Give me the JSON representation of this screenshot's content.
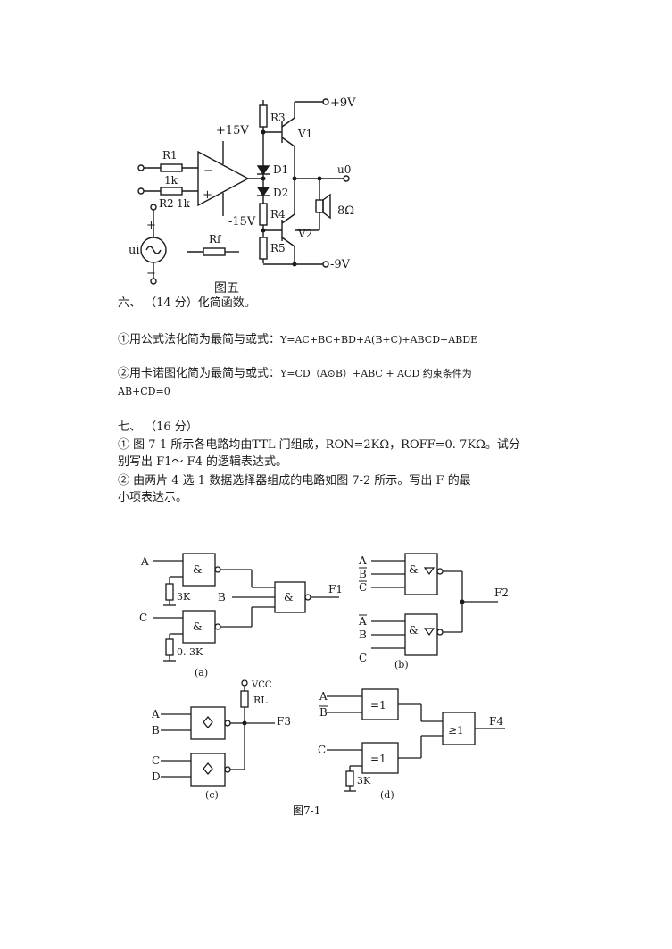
{
  "fig5": {
    "caption": "图五",
    "plus9": "+9V",
    "minus9": "-9V",
    "plus15": "+15V",
    "minus15": "-15V",
    "r1": "R1",
    "r1val": "1k",
    "r2": "R2",
    "r2val": "1k",
    "r3": "R3",
    "r4": "R4",
    "r5": "R5",
    "rf": "Rf",
    "d1": "D1",
    "d2": "D2",
    "v1": "V1",
    "v2": "V2",
    "uo": "u0",
    "ui": "ui",
    "spk": "8Ω",
    "minus_sign": "−",
    "plus_sign": "+"
  },
  "section6": {
    "title": "六、 （14 分）化简函数。",
    "q1_prefix": "①用公式法化简为最简与或式：",
    "q1_expr": "Y=AC+BC+BD+A(B+C)+ABCD+ABDE",
    "q2_prefix": "②用卡诺图化简为最简与或式：",
    "q2_expr": "Y=CD（A⊙B）+ABC + ACD 约束条件为",
    "q2_cont": "AB+CD=0"
  },
  "section7": {
    "title": "七、 （16 分）",
    "q1_line1": "① 图 7-1 所示各电路均由TTL 门组成，RON=2KΩ，ROFF=0. 7KΩ。试分",
    "q1_line2": "别写出 F1～ F4 的逻辑表达式。",
    "q2_line1": "② 由两片 4 选 1 数据选择器组成的电路如图 7-2 所示。写出 F 的最",
    "q2_line2": "小项表达示。"
  },
  "fig71": {
    "caption": "图7-1",
    "a": {
      "label": "(a)",
      "inA": "A",
      "inB": "B",
      "inC": "C",
      "r_top": "3K",
      "r_bot": "0. 3K",
      "gate": "&",
      "out": "F1"
    },
    "b": {
      "label": "(b)",
      "in1": "A",
      "in2": "B",
      "in3": "C",
      "in4": "A",
      "in5": "B",
      "in6": "C",
      "gate": "&",
      "out": "F2"
    },
    "c": {
      "label": "(c)",
      "in1": "A",
      "in2": "B",
      "in3": "C",
      "in4": "D",
      "vcc": "VCC",
      "rl": "RL",
      "out": "F3"
    },
    "d": {
      "label": "(d)",
      "in1": "A",
      "in2": "B",
      "in3": "C",
      "xor": "=1",
      "or": "≥1",
      "r": "3K",
      "out": "F4"
    }
  }
}
